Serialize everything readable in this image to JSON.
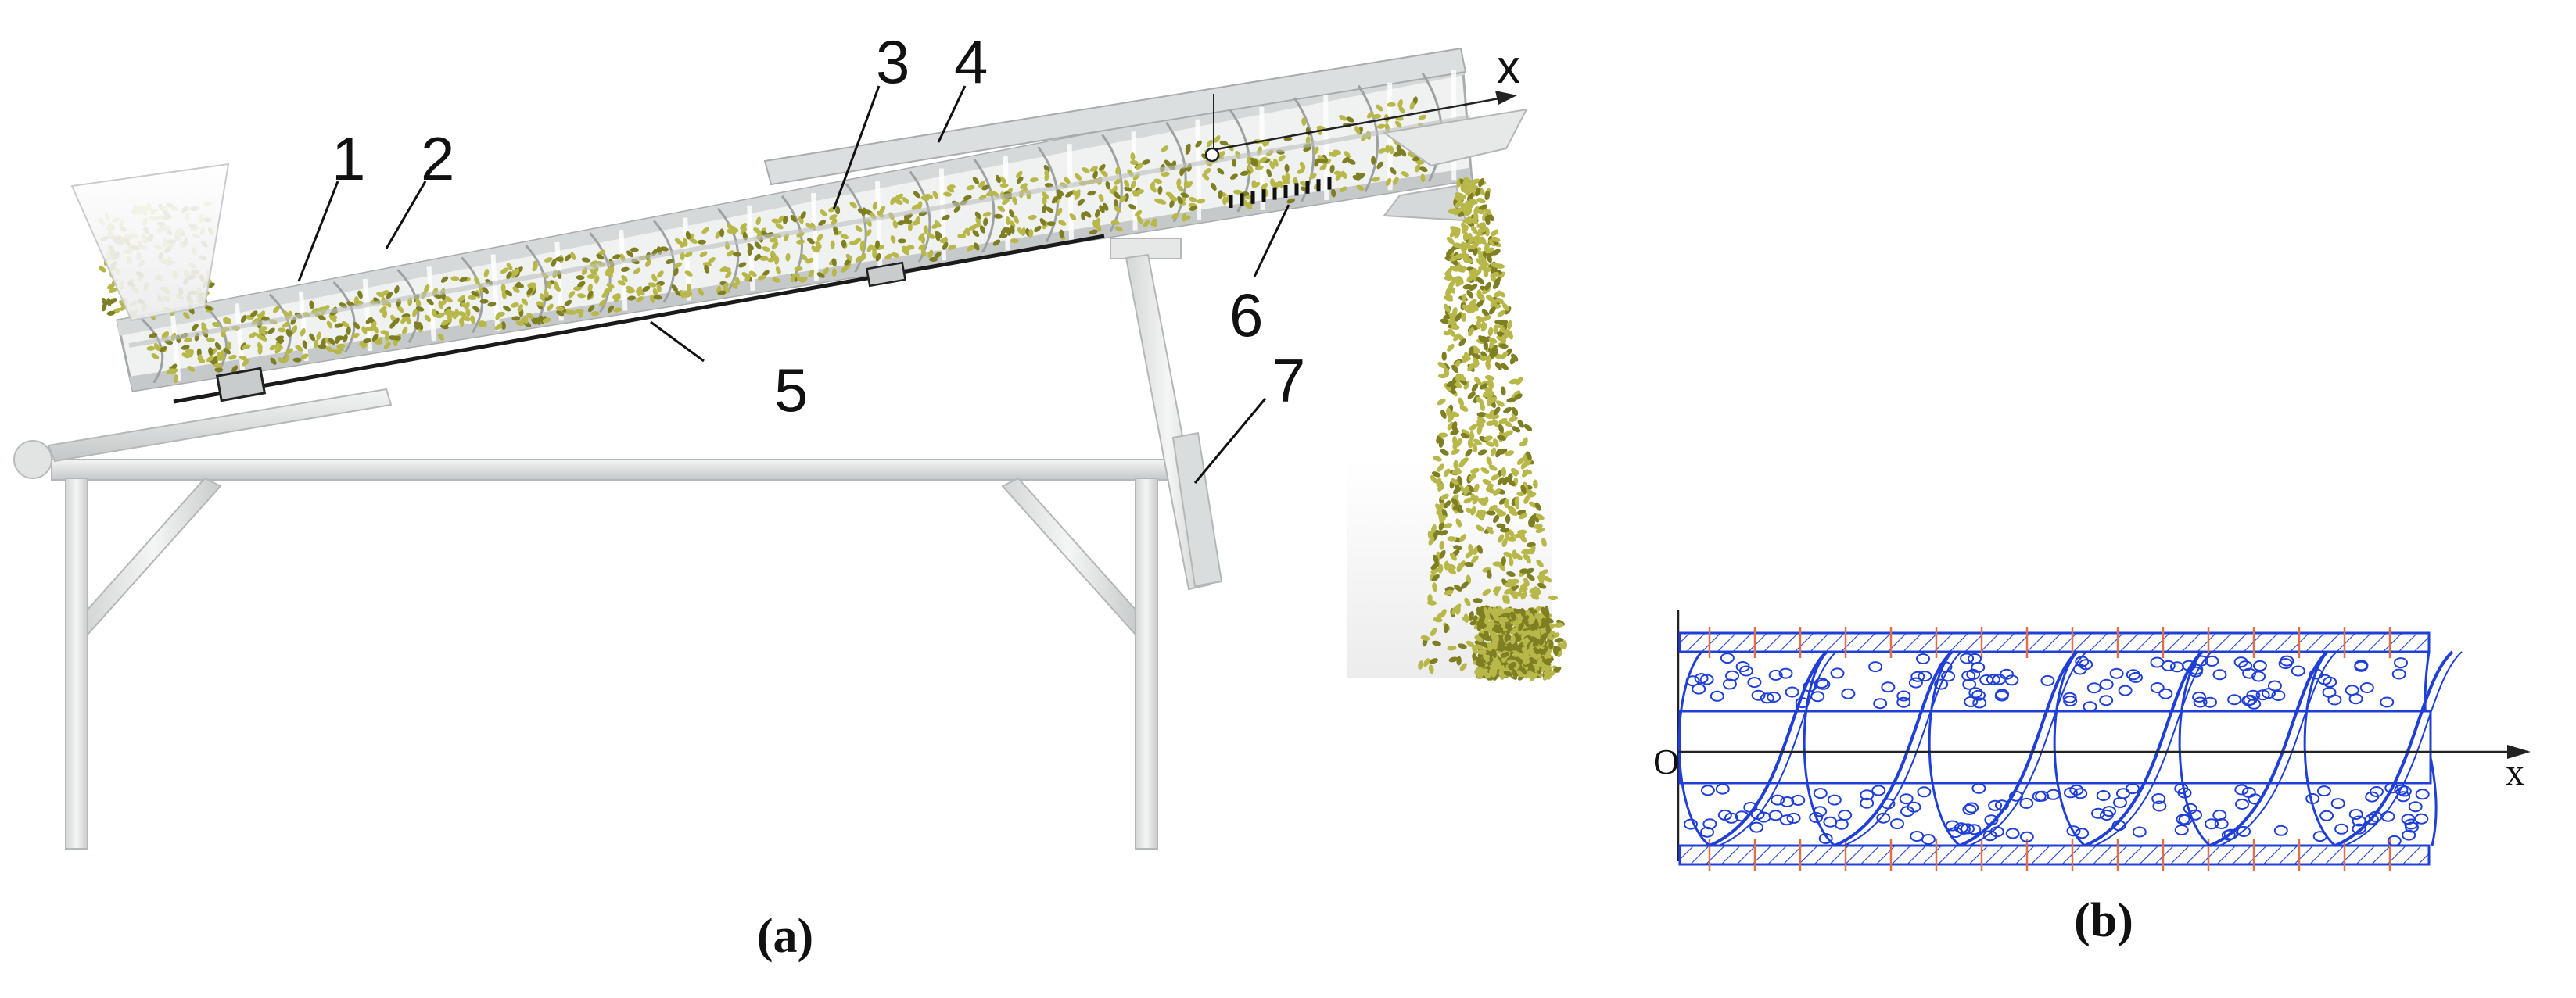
{
  "panel_a": {
    "callouts": [
      "1",
      "2",
      "3",
      "4",
      "5",
      "6",
      "7"
    ],
    "axis_x": "x",
    "axis_origin": "o",
    "caption": "(a)"
  },
  "panel_b": {
    "axis_x": "x",
    "axis_origin": "O",
    "caption": "(b)"
  },
  "colors": {
    "machine_light": "#e4e6e6",
    "machine_mid": "#c9cccc",
    "machine_dark": "#9da1a1",
    "grain_fill": "#b8b84a",
    "grain_dark": "#7e7e22",
    "schematic_line": "#1f3fd6",
    "schematic_tick": "#e0704a",
    "label_ink": "#111111"
  }
}
